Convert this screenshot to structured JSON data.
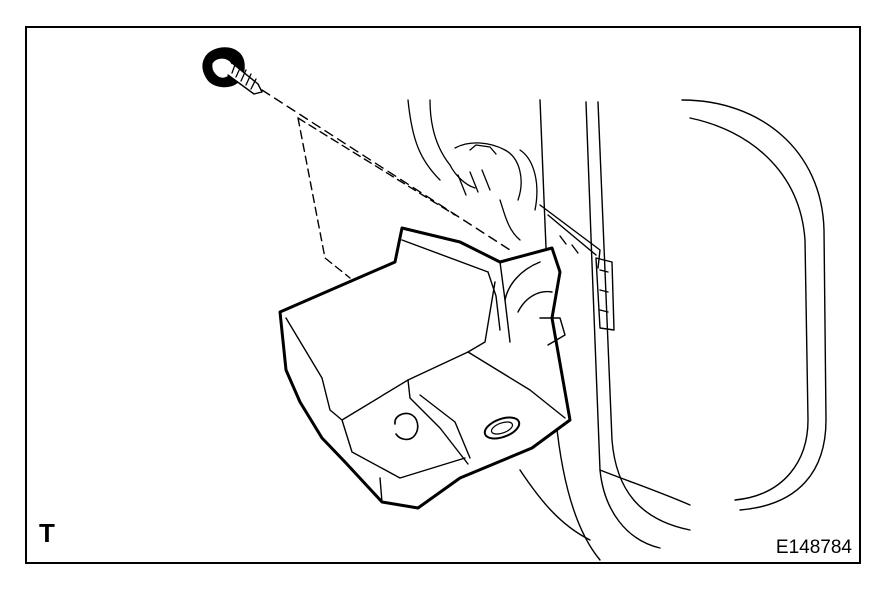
{
  "figure": {
    "corner_label": "T",
    "figure_id": "E148784"
  },
  "parts": {
    "fastener": "screw-icon",
    "component": "mounting-bracket"
  },
  "style": {
    "line_color": "#000000",
    "background": "#ffffff"
  }
}
